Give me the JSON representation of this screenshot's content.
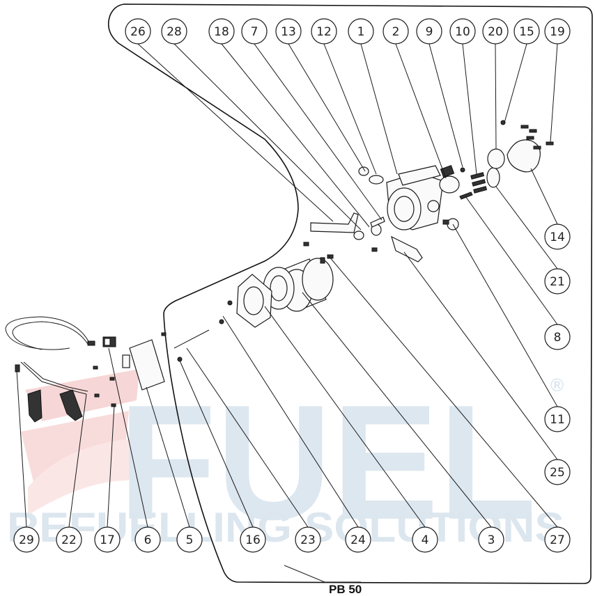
{
  "watermark": {
    "brand": "FUEL",
    "tagline": "REFUELLING SOLUTIONS",
    "registered_mark": "®"
  },
  "model_label": "PB 50",
  "callouts": [
    "26",
    "28",
    "18",
    "7",
    "13",
    "12",
    "1",
    "2",
    "9",
    "10",
    "20",
    "15",
    "19",
    "14",
    "21",
    "8",
    "11",
    "25",
    "27",
    "3",
    "4",
    "24",
    "23",
    "16",
    "5",
    "6",
    "17",
    "22",
    "29"
  ]
}
